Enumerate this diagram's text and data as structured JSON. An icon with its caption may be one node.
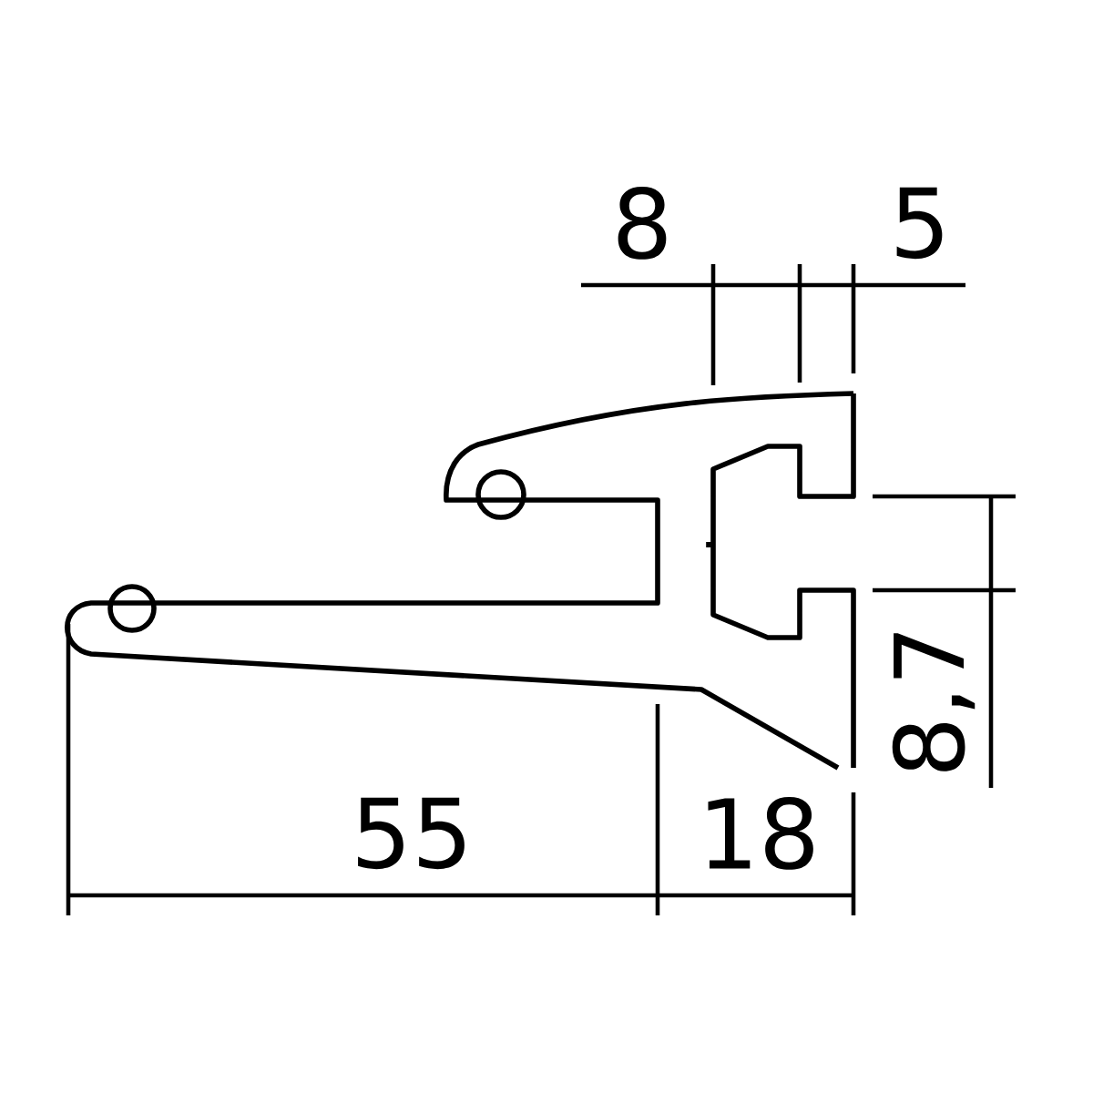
{
  "diagram": {
    "labels": [
      "8",
      "5",
      "8,7",
      "55",
      "18"
    ]
  }
}
